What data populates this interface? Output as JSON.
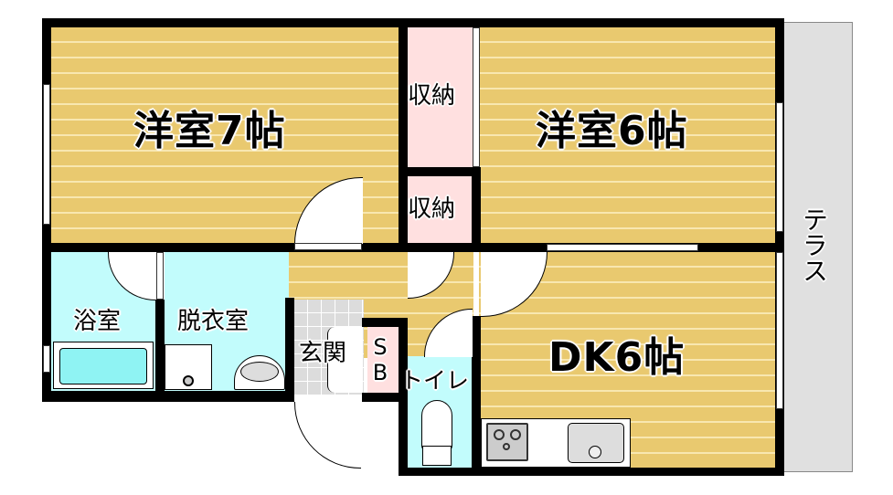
{
  "floorplan": {
    "rooms": {
      "western_room_7": {
        "label": "洋室7帖"
      },
      "western_room_6": {
        "label": "洋室6帖"
      },
      "closet_upper": {
        "label": "収納"
      },
      "closet_lower": {
        "label": "収納"
      },
      "bathroom": {
        "label": "浴室"
      },
      "dressing_room": {
        "label": "脱衣室"
      },
      "entrance": {
        "label": "玄関"
      },
      "shoe_box": {
        "label": "SB"
      },
      "toilet": {
        "label": "トイレ"
      },
      "dining_kitchen": {
        "label": "DK6帖"
      },
      "terrace": {
        "label": "テラス"
      }
    },
    "colors": {
      "wood_floor": "#e9c96f",
      "wet_area": "#c2fcfc",
      "storage": "#ffe0e0",
      "terrace": "#e0e0e0",
      "wall": "#000000"
    }
  }
}
